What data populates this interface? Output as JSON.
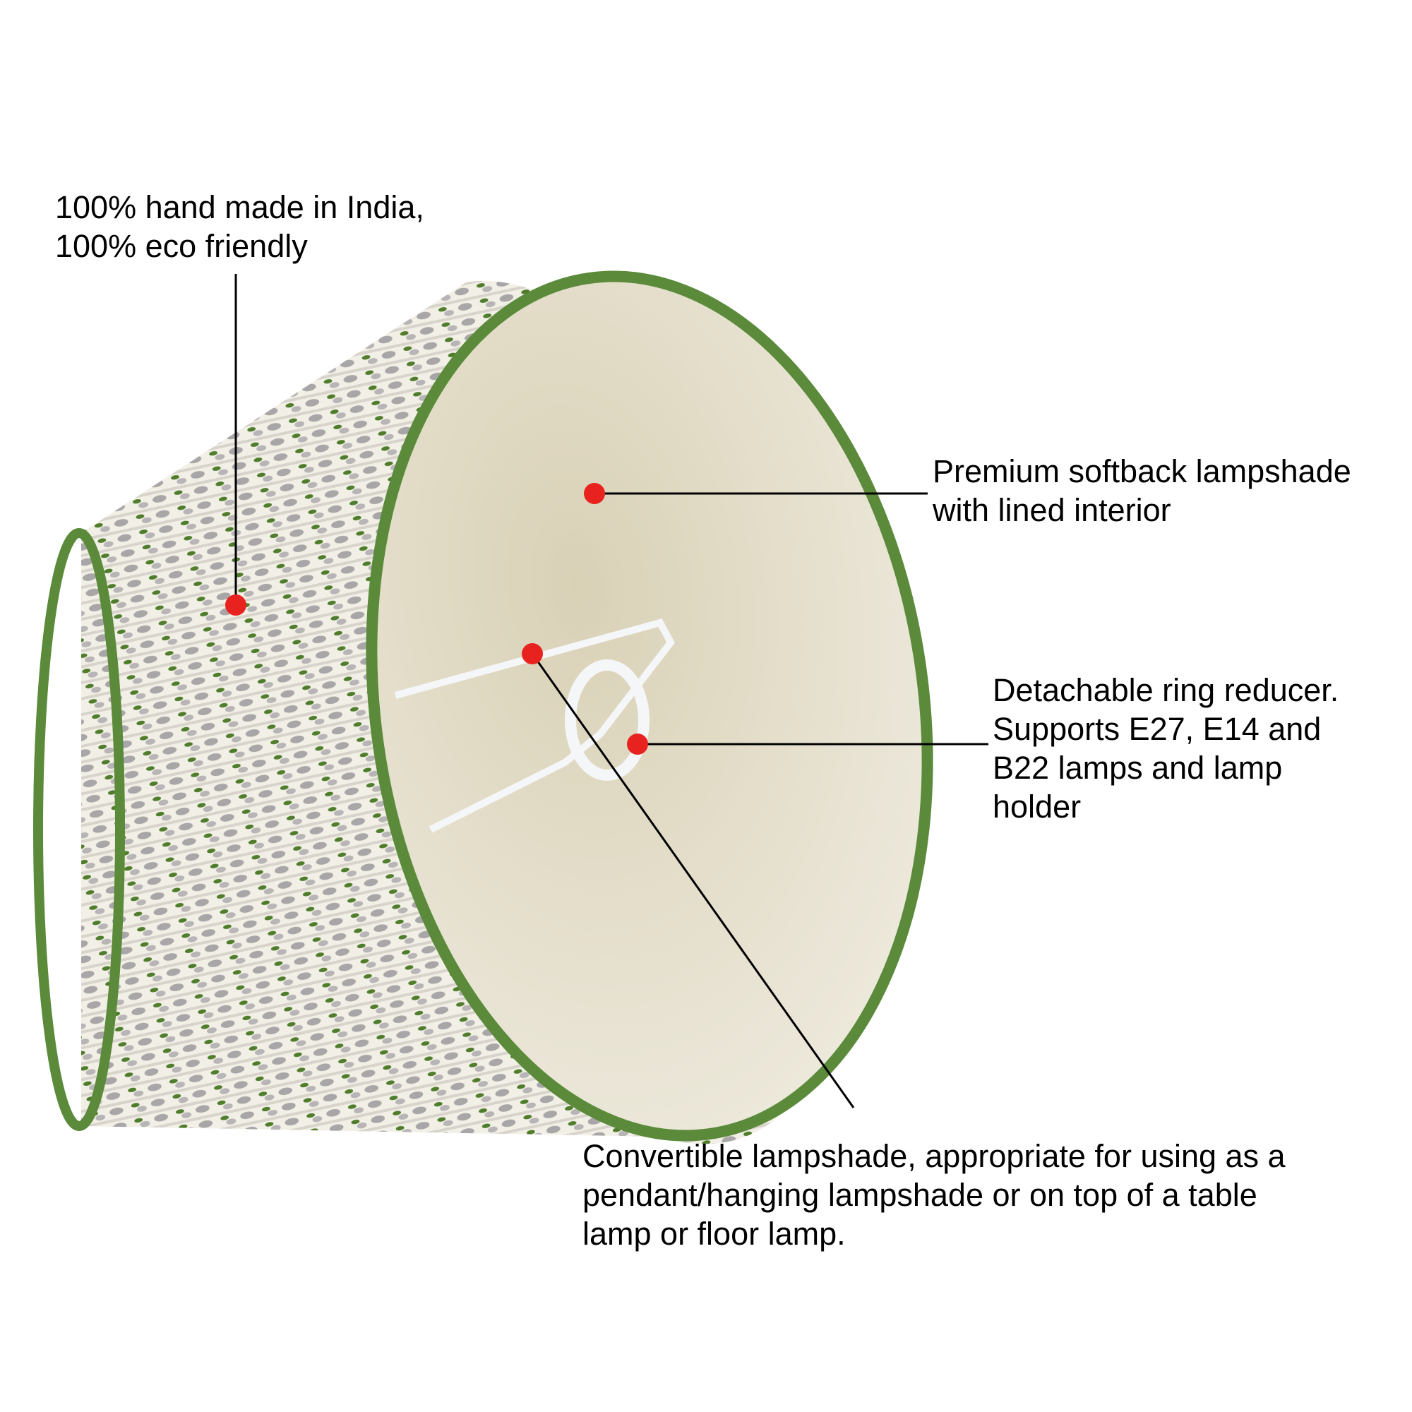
{
  "callouts": {
    "handmade": {
      "line1": "100% hand made in India,",
      "line2": "100% eco friendly"
    },
    "softback": {
      "line1": "Premium softback lampshade",
      "line2": "with lined interior"
    },
    "reducer": {
      "line1": "Detachable ring reducer.",
      "line2": "Supports E27, E14 and",
      "line3": "B22 lamps and lamp",
      "line4": "holder"
    },
    "convertible": {
      "line1": "Convertible lampshade, appropriate for using as a",
      "line2": "pendant/hanging lampshade or on top of a table",
      "line3": "lamp or floor lamp."
    }
  },
  "colors": {
    "marker": "#e8231f",
    "trim": "#5a8a3a",
    "lining": "#e6e0cc",
    "print_grey": "#a9a6a8",
    "print_green": "#4f7d2c"
  }
}
